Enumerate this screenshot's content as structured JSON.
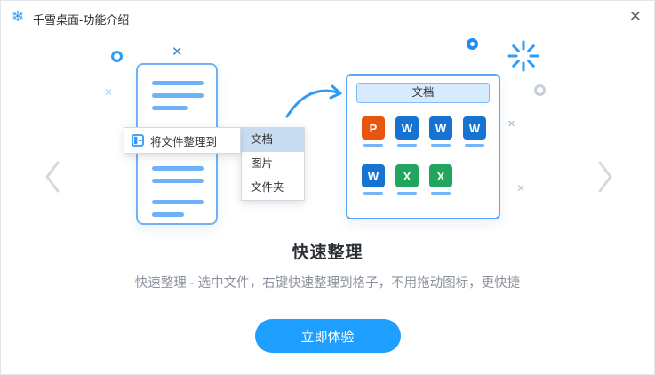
{
  "window": {
    "title": "千雪桌面-功能介绍",
    "logo_glyph": "❄",
    "close_glyph": "✕"
  },
  "glyphs": {
    "cross": "✕"
  },
  "illustration": {
    "context_menu": {
      "label": "将文件整理到",
      "options": [
        {
          "label": "文档",
          "selected": true
        },
        {
          "label": "图片",
          "selected": false
        },
        {
          "label": "文件夹",
          "selected": false
        }
      ]
    },
    "panel": {
      "title": "文档",
      "files": [
        {
          "app": "powerpoint",
          "letter": "P",
          "color": "#E8550F"
        },
        {
          "app": "word",
          "letter": "W",
          "color": "#1673D1"
        },
        {
          "app": "word",
          "letter": "W",
          "color": "#1673D1"
        },
        {
          "app": "word",
          "letter": "W",
          "color": "#1673D1"
        },
        {
          "app": "word",
          "letter": "W",
          "color": "#1673D1"
        },
        {
          "app": "excel",
          "letter": "X",
          "color": "#23A45F"
        },
        {
          "app": "excel",
          "letter": "X",
          "color": "#23A45F"
        }
      ]
    }
  },
  "feature": {
    "title": "快速整理",
    "description": "快速整理 - 选中文件，右键快速整理到格子，不用拖动图标，更快捷"
  },
  "cta": {
    "label": "立即体验"
  },
  "colors": {
    "accent": "#1E9FFF"
  }
}
